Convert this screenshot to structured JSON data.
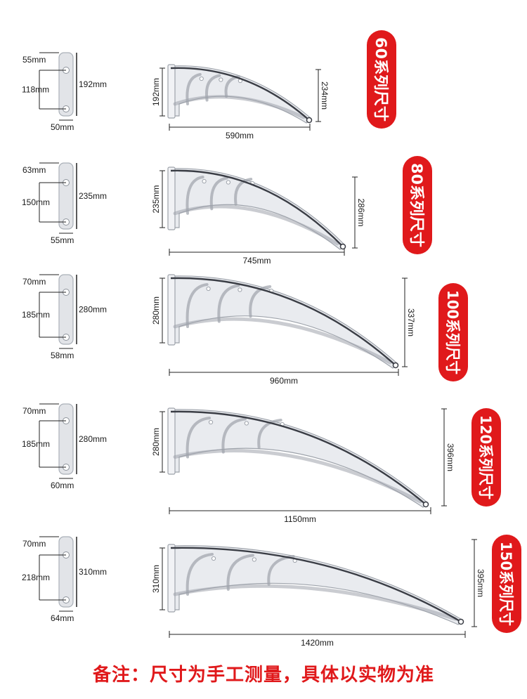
{
  "series": [
    {
      "name": "60系列尺寸",
      "plate": {
        "top_hole": "55mm",
        "hole_spacing": "118mm",
        "height": "192mm",
        "width": "50mm"
      },
      "bracket": {
        "wall_height": "192mm",
        "tip_drop": "234mm",
        "length": "590mm"
      }
    },
    {
      "name": "80系列尺寸",
      "plate": {
        "top_hole": "63mm",
        "hole_spacing": "150mm",
        "height": "235mm",
        "width": "55mm"
      },
      "bracket": {
        "wall_height": "235mm",
        "tip_drop": "286mm",
        "length": "745mm"
      }
    },
    {
      "name": "100系列尺寸",
      "plate": {
        "top_hole": "70mm",
        "hole_spacing": "185mm",
        "height": "280mm",
        "width": "58mm"
      },
      "bracket": {
        "wall_height": "280mm",
        "tip_drop": "337mm",
        "length": "960mm"
      }
    },
    {
      "name": "120系列尺寸",
      "plate": {
        "top_hole": "70mm",
        "hole_spacing": "185mm",
        "height": "280mm",
        "width": "60mm"
      },
      "bracket": {
        "wall_height": "280mm",
        "tip_drop": "396mm",
        "length": "1150mm"
      }
    },
    {
      "name": "150系列尺寸",
      "plate": {
        "top_hole": "70mm",
        "hole_spacing": "218mm",
        "height": "310mm",
        "width": "64mm"
      },
      "bracket": {
        "wall_height": "310mm",
        "tip_drop": "395mm",
        "length": "1420mm"
      }
    }
  ],
  "note": "备注：尺寸为手工测量，具体以实物为准",
  "colors": {
    "badge": "#e0191b",
    "note": "#e0191b",
    "bracket_fill": "#e9ebef",
    "bracket_stroke": "#9ea3ab",
    "rod": "#3a3d45",
    "dim_line": "#222222"
  }
}
